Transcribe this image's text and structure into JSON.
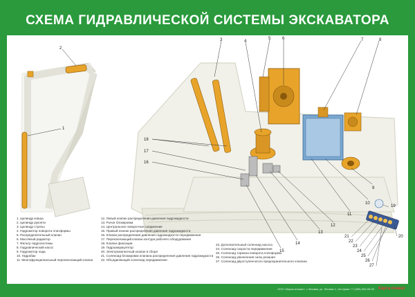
{
  "title": "СХЕМА ГИДРАВЛИЧЕСКОЙ СИСТЕМЫ ЭКСКАВАТОРА",
  "colors": {
    "frame": "#2a9a3c",
    "machine_outline": "#e6e6dc",
    "hydraulic": "#e8a42a",
    "accent_blue": "#7aa7cf"
  },
  "callouts": [
    "1",
    "2",
    "3",
    "4",
    "5",
    "6",
    "7",
    "8",
    "9",
    "10",
    "11",
    "12",
    "13",
    "14",
    "15",
    "16",
    "17",
    "18",
    "19",
    "20",
    "21",
    "22",
    "23",
    "24",
    "25",
    "26",
    "27"
  ],
  "legend": {
    "col1": [
      "1. Цилиндр ковша",
      "2. Цилиндр рукояти",
      "3. Цилиндр стрелы",
      "4. Гидромотор поворота платформы",
      "5. Распределительный клапан",
      "6. Масляный радиатор",
      "7. Фильтр гидросистемы",
      "8. Гидравлический насос",
      "9. Гидромотор хода",
      "10. Гидробак",
      "11. Многофункциональный переключающий клапан"
    ],
    "col2": [
      "12. Левый клапан распределения давления гидрожидкости",
      "13. Рычаг блокировки",
      "14. Центральное поворотное соединение",
      "15. Правый клапан распределения давления гидрожидкости",
      "16. Клапан распределения давления гидрожидкости передвижения",
      "17. Переключающий клапан контура рабочего оборудования",
      "18. Клапан фиксации",
      "19. Гидроаккумулятор",
      "20. Электромагнитный клапан в сборе",
      "21. Соленоид блокировки клапана распределения давления гидрожидкости",
      "22. Объединяющий соленоид передвижения"
    ],
    "col3": [
      "23. Дополнительный соленоид насоса",
      "24. Соленоид скорости передвижения",
      "25. Соленоид тормоза поворота платформы",
      "26. Соленоид увеличения силы резания",
      "27. Соленоид двухступенчатого предохранительного клапана"
    ]
  },
  "footer": {
    "address": "ООО «Карта-плакат», г. Москва, ул. Ленина 1, тел./факс +7 (495) 000-00-00",
    "logo": "Карта-плакат"
  }
}
